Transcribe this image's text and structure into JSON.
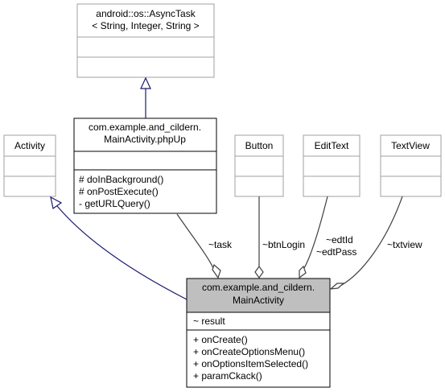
{
  "classes": {
    "async_task": {
      "title": [
        "android::os::AsyncTask",
        "< String, Integer, String >"
      ],
      "attributes": [],
      "operations": []
    },
    "php_up": {
      "title": [
        "com.example.and_cildern.",
        "MainActivity.phpUp"
      ],
      "attributes": [],
      "operations": [
        "# doInBackground()",
        "# onPostExecute()",
        "- getURLQuery()"
      ]
    },
    "activity": {
      "title": [
        "Activity"
      ],
      "attributes": [],
      "operations": []
    },
    "button": {
      "title": [
        "Button"
      ],
      "attributes": [],
      "operations": []
    },
    "edit_text": {
      "title": [
        "EditText"
      ],
      "attributes": [],
      "operations": []
    },
    "text_view": {
      "title": [
        "TextView"
      ],
      "attributes": [],
      "operations": []
    },
    "main_activity": {
      "title": [
        "com.example.and_cildern.",
        "MainActivity"
      ],
      "attributes": [
        "~ result"
      ],
      "operations": [
        "+ onCreate()",
        "+ onCreateOptionsMenu()",
        "+ onOptionsItemSelected()",
        "+ paramCkack()"
      ]
    }
  },
  "relations": {
    "task": "~task",
    "btn_login": "~btnLogin",
    "edt_id": "~edtId",
    "edt_pass": "~edtPass",
    "txtview": "~txtview"
  },
  "colors": {
    "line_dark": "#000000",
    "line_gray": "#404040",
    "border_gray": "#a0a0a0",
    "inheritance": "#191970",
    "highlight_fill": "#bfbfbf"
  }
}
